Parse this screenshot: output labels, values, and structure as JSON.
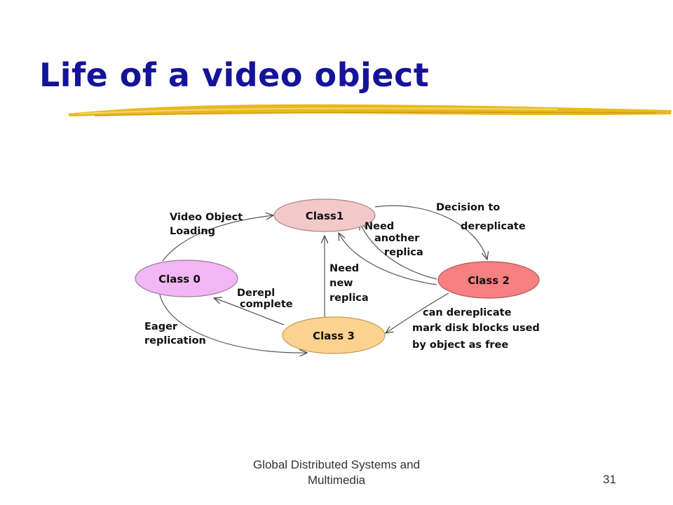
{
  "slide": {
    "title": "Life of a video object",
    "footer_line1": "Global Distributed Systems and",
    "footer_line2": "Multimedia",
    "page_number": "31"
  },
  "colors": {
    "title": "#14149a",
    "underline": "#e8b820",
    "class0_fill": "#f2b6f4",
    "class1_fill": "#f2c8c8",
    "class2_fill": "#f78080",
    "class3_fill": "#fdd28e"
  },
  "diagram": {
    "nodes": {
      "class0": "Class 0",
      "class1": "Class1",
      "class2": "Class 2",
      "class3": "Class 3"
    },
    "edges": {
      "video_loading": [
        "Video Object",
        "Loading"
      ],
      "decision": [
        "Decision to",
        "dereplicate"
      ],
      "need_another": [
        "Need",
        "another",
        "replica"
      ],
      "need_new": [
        "Need",
        "new",
        "replica"
      ],
      "derepl": [
        "Derepl",
        "complete"
      ],
      "eager": [
        "Eager",
        "replication"
      ],
      "can_derep": [
        "can dereplicate",
        "mark disk blocks used",
        "by object as free"
      ]
    }
  }
}
